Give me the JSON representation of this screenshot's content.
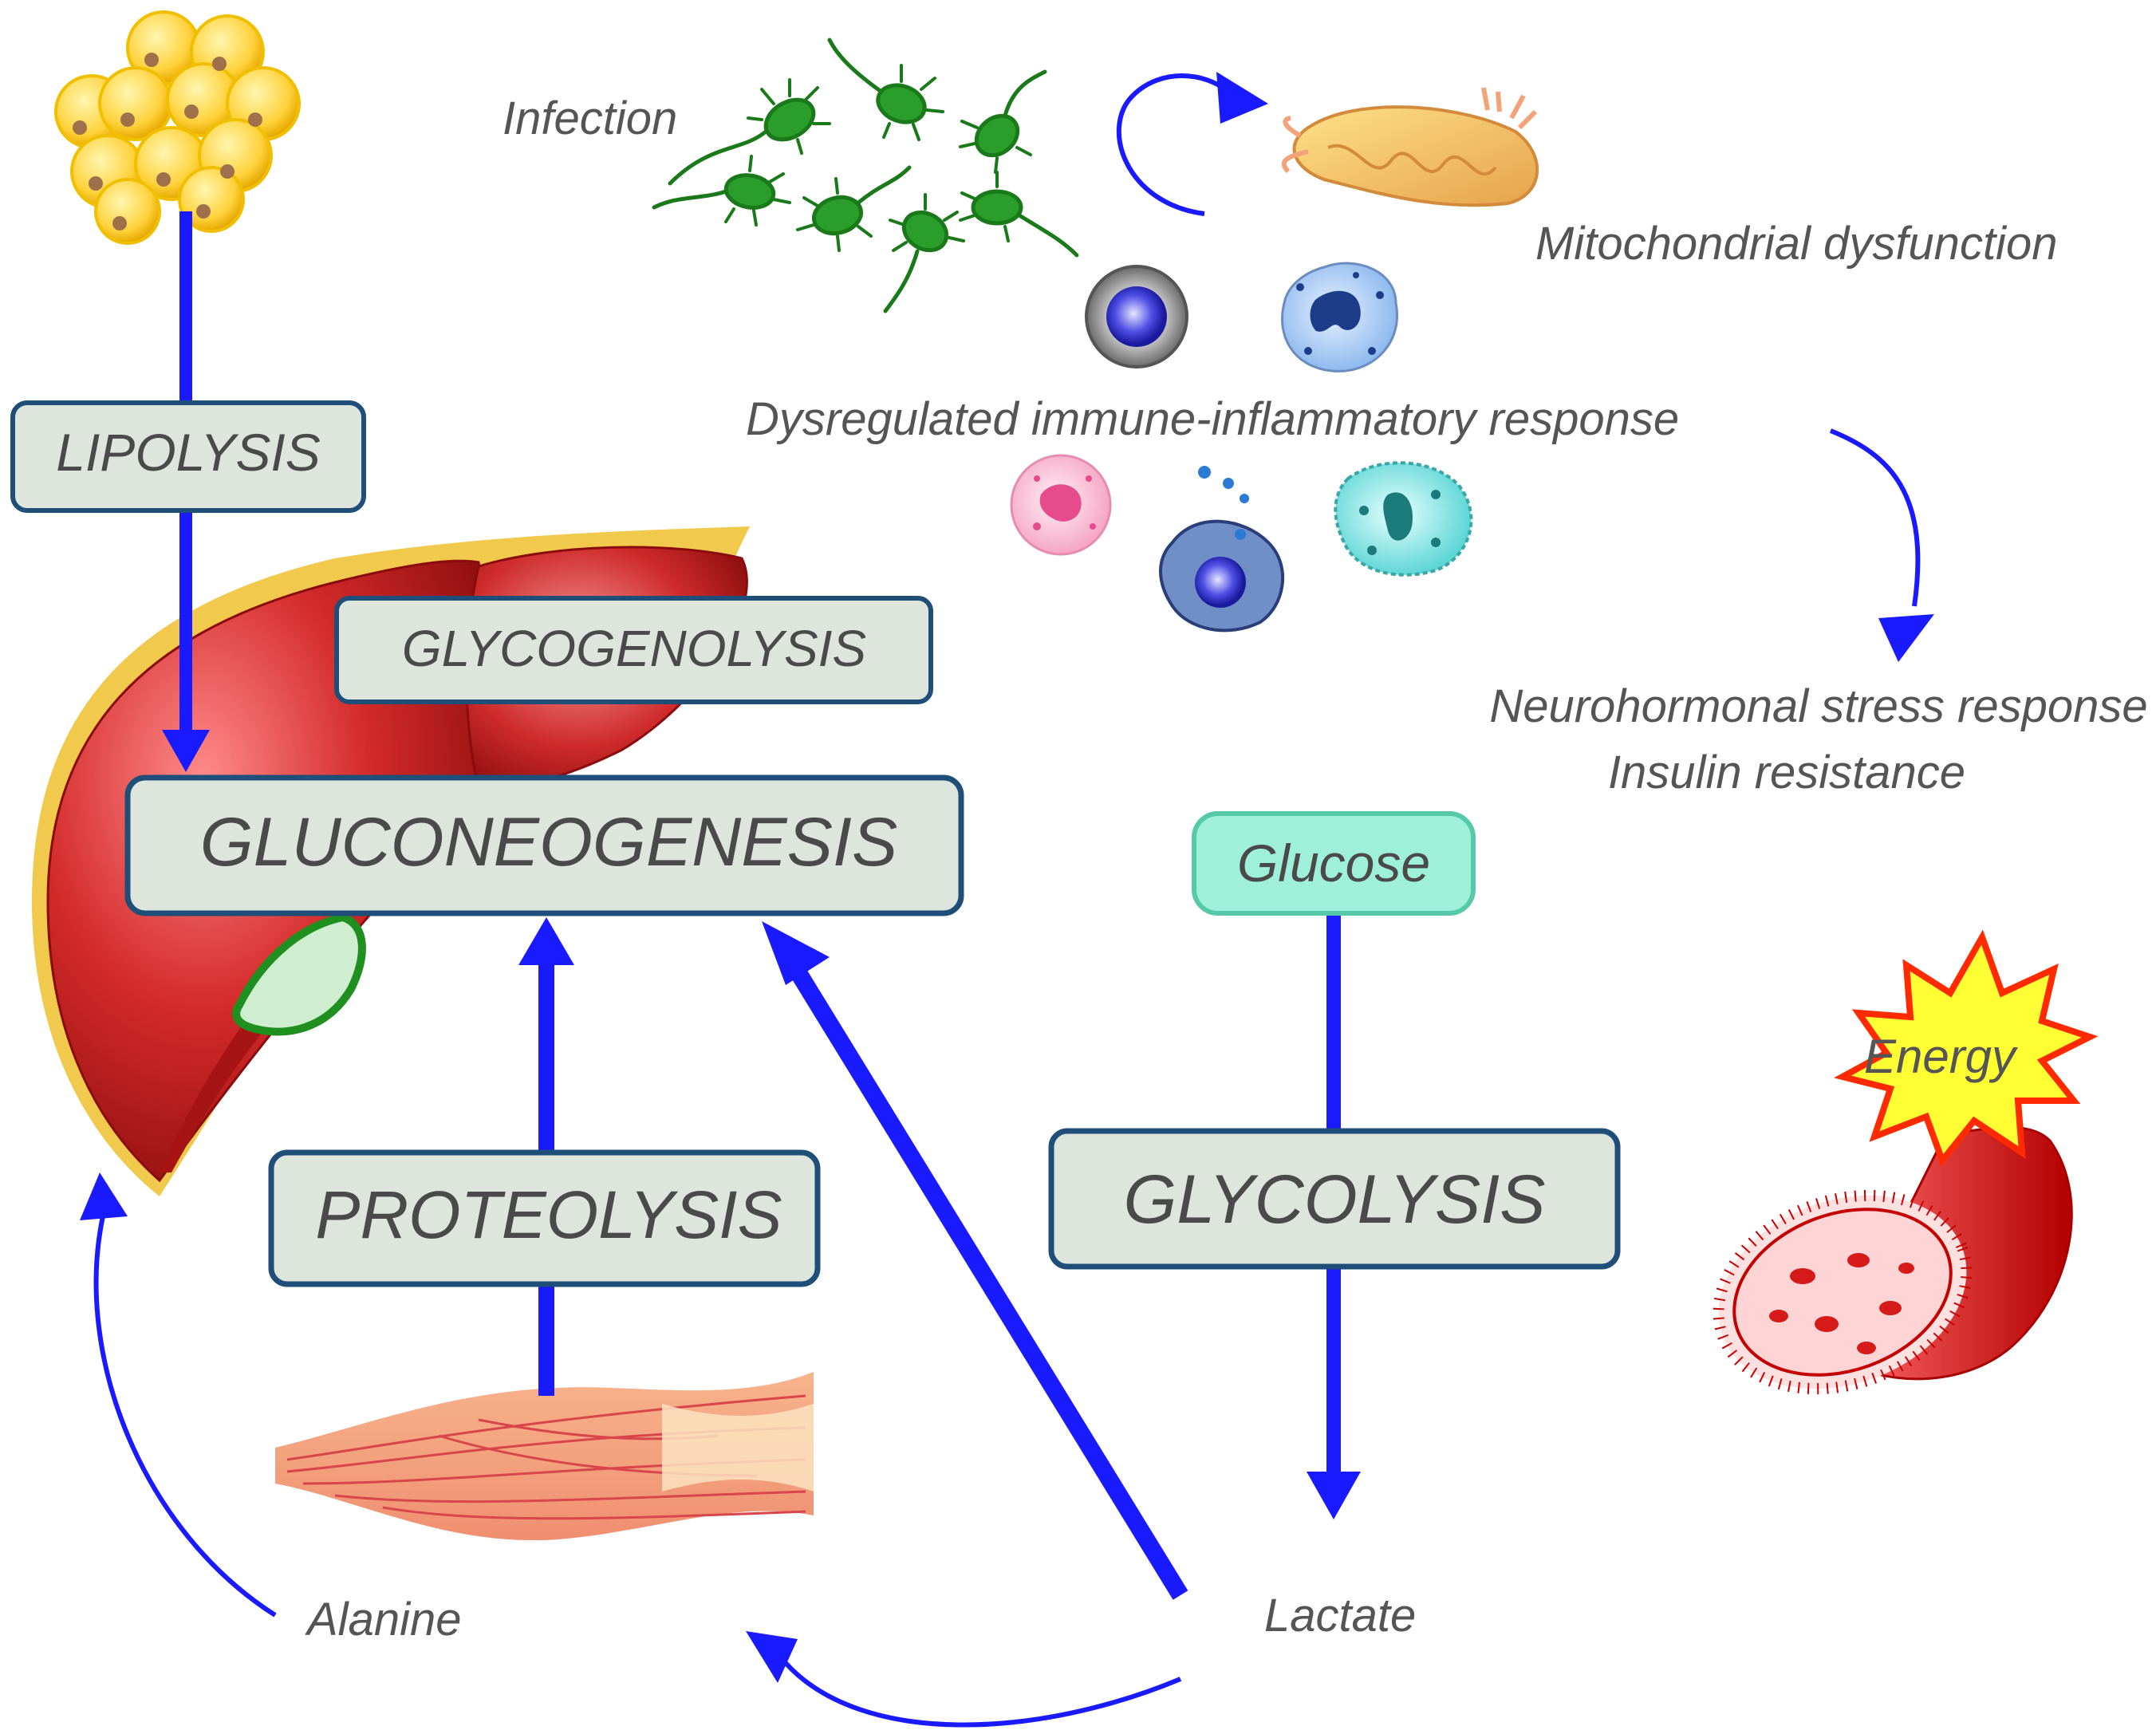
{
  "boxes": {
    "lipolysis": "LIPOLYSIS",
    "glycogenolysis": "GLYCOGENOLYSIS",
    "gluconeogenesis": "GLUCONEOGENESIS",
    "proteolysis": "PROTEOLYSIS",
    "glycolysis": "GLYCOLYSIS",
    "glucose": "Glucose"
  },
  "labels": {
    "infection": "Infection",
    "mitochondrial": "Mitochondrial dysfunction",
    "immune": "Dysregulated immune-inflammatory response",
    "neurohormonal": "Neurohormonal stress response",
    "insulin": "Insulin resistance",
    "energy": "Energy",
    "alanine": "Alanine",
    "lactate": "Lactate"
  },
  "colors": {
    "arrow": "#1a1aff",
    "box_fill": "#dde5dd",
    "box_stroke": "#1f4e79",
    "glucose_fill": "#9ff0d8",
    "liver": "#c81e1e",
    "fat": "#ffd23c",
    "bacteria": "#1f8f1f"
  }
}
